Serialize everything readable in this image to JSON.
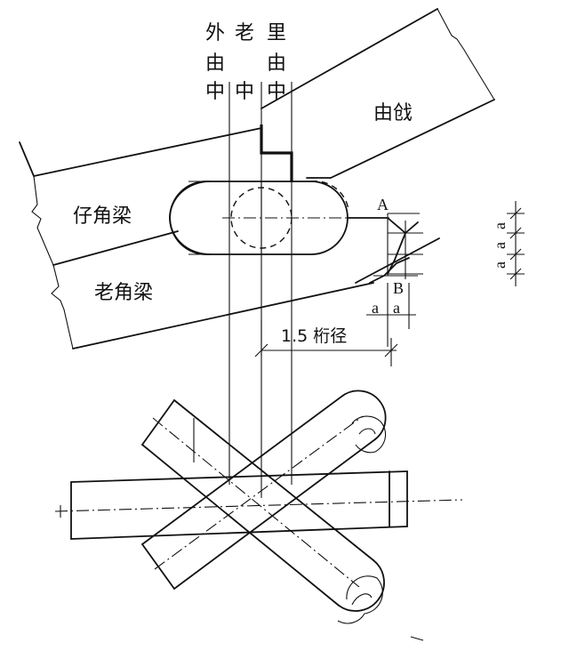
{
  "labels": {
    "top": {
      "wai": "外",
      "lao": "老",
      "li": "里",
      "you": "由",
      "zhong": "中"
    },
    "you_qiang": "由戗",
    "zi_jiao_liang": "仔角梁",
    "lao_jiao_liang": "老角梁",
    "point_a": "A",
    "point_b": "B",
    "dim_a": "a",
    "dim_purlin": "1.5 桁径"
  },
  "colors": {
    "ink": "#111111",
    "paper": "#ffffff"
  }
}
